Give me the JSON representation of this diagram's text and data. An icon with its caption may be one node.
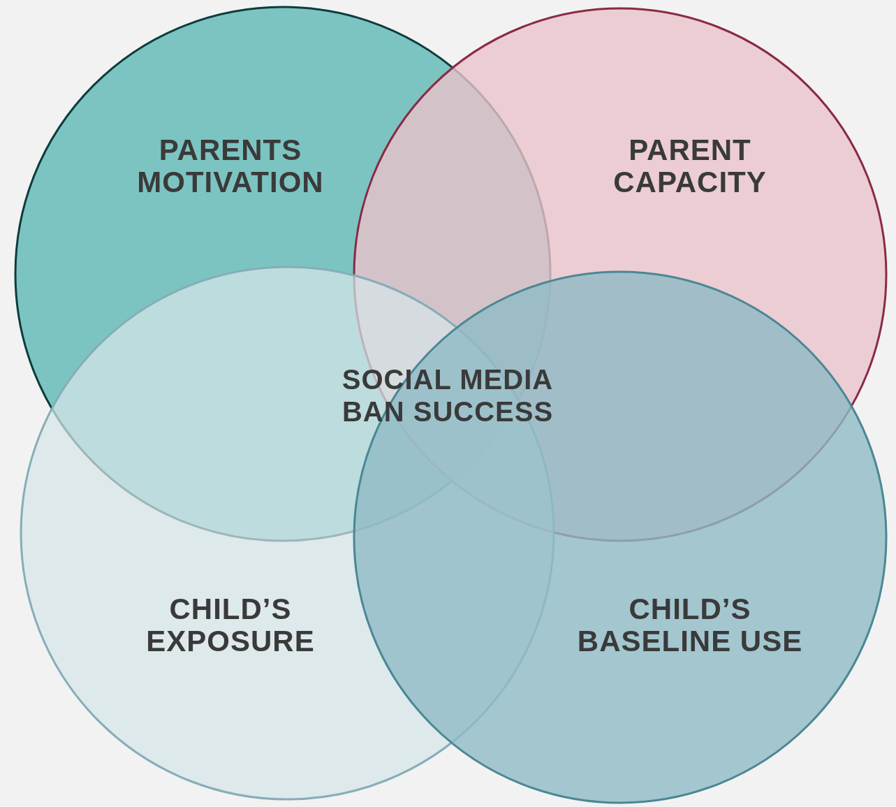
{
  "diagram": {
    "nodes": [
      {
        "text": [
          "PARENTS MOTIVATION"
        ]
      },
      {
        "text": [
          "PARENT CAPACITY"
        ]
      },
      {
        "text": [
          "CHILD’S EXPOSURE"
        ]
      },
      {
        "text": [
          "CHILD’S BASELINE USE"
        ]
      }
    ],
    "labels": [
      "SOCIAL MEDIA BAN SUCCESS"
    ]
  }
}
